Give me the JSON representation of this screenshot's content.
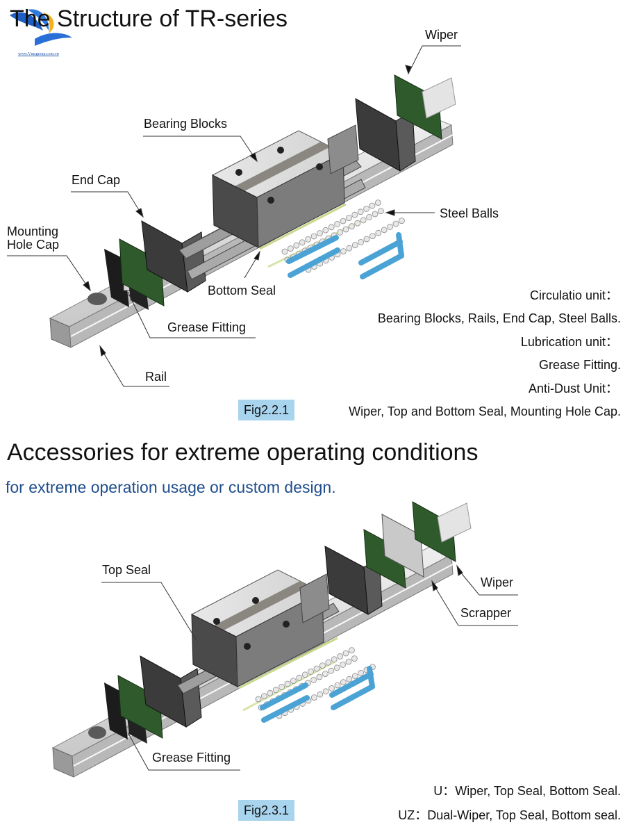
{
  "watermark": {
    "text": "www.Vmsgroup.com.vn",
    "logo": "vmsgroup-wave-logo"
  },
  "section1": {
    "title": "The Structure of TR-series",
    "labels": {
      "wiper": "Wiper",
      "bearing_blocks": "Bearing Blocks",
      "end_cap": "End Cap",
      "steel_balls": "Steel Balls",
      "mounting_hole_cap_line1": "Mounting",
      "mounting_hole_cap_line2": "Hole Cap",
      "bottom_seal": "Bottom Seal",
      "grease_fitting": "Grease Fitting",
      "rail": "Rail"
    },
    "notes": [
      "Circulatio unit：",
      "Bearing Blocks, Rails, End Cap, Steel Balls.",
      "Lubrication unit：",
      "Grease Fitting.",
      "Anti-Dust Unit：",
      "Wiper, Top and Bottom Seal, Mounting Hole Cap."
    ],
    "figure_label": "Fig2.2.1"
  },
  "section2": {
    "title": "Accessories for extreme operating conditions",
    "subtitle": "for extreme operation usage or custom design.",
    "labels": {
      "top_seal": "Top Seal",
      "wiper": "Wiper",
      "scrapper": "Scrapper",
      "grease_fitting": "Grease Fitting"
    },
    "notes": [
      "U：Wiper, Top Seal, Bottom Seal.",
      "UZ：Dual-Wiper, Top Seal, Bottom seal."
    ],
    "figure_label": "Fig2.3.1"
  },
  "colors": {
    "figure_label_bg": "#a9d4ee",
    "subtitle": "#1f4e8c",
    "wiper_green": "#2f5a2c",
    "retainer_blue": "#4aa3d4",
    "block_silver": "#dcdcdc",
    "block_band": "#8a8680"
  }
}
